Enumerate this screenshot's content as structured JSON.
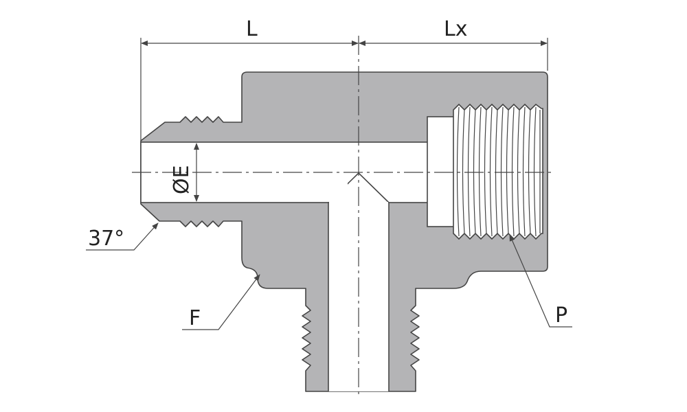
{
  "labels": {
    "length": "L",
    "length_x": "Lx",
    "bore_diameter": "ØE",
    "flare_angle": "37°",
    "face": "F",
    "port_thread": "P"
  },
  "colors": {
    "body_fill": "#b4b4b6",
    "line": "#444444",
    "background": "#ffffff"
  }
}
